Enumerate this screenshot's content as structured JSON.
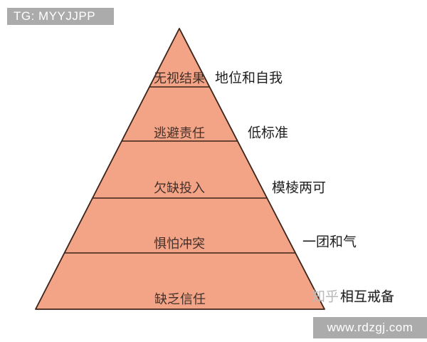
{
  "badges": {
    "top_left": "TG: MYYJJPP",
    "bottom_right": "www.rdzgj.com"
  },
  "pyramid": {
    "levels": [
      {
        "inside": "无视结果",
        "outside": "地位和自我"
      },
      {
        "inside": "逃避责任",
        "outside": "低标准"
      },
      {
        "inside": "欠缺投入",
        "outside": "模棱两可"
      },
      {
        "inside": "惧怕冲突",
        "outside": "一团和气"
      },
      {
        "inside": "缺乏信任",
        "outside": "相互戒备"
      }
    ]
  },
  "watermark": "知乎",
  "colors": {
    "pyramid_fill": "#f4a486",
    "pyramid_outline": "#3b241a",
    "badge_background": "#ababab",
    "badge_text": "#ffffff",
    "inside_label": "#43302a",
    "outside_label": "#1f1f1f",
    "watermark_gray": "#b9b9b9"
  }
}
